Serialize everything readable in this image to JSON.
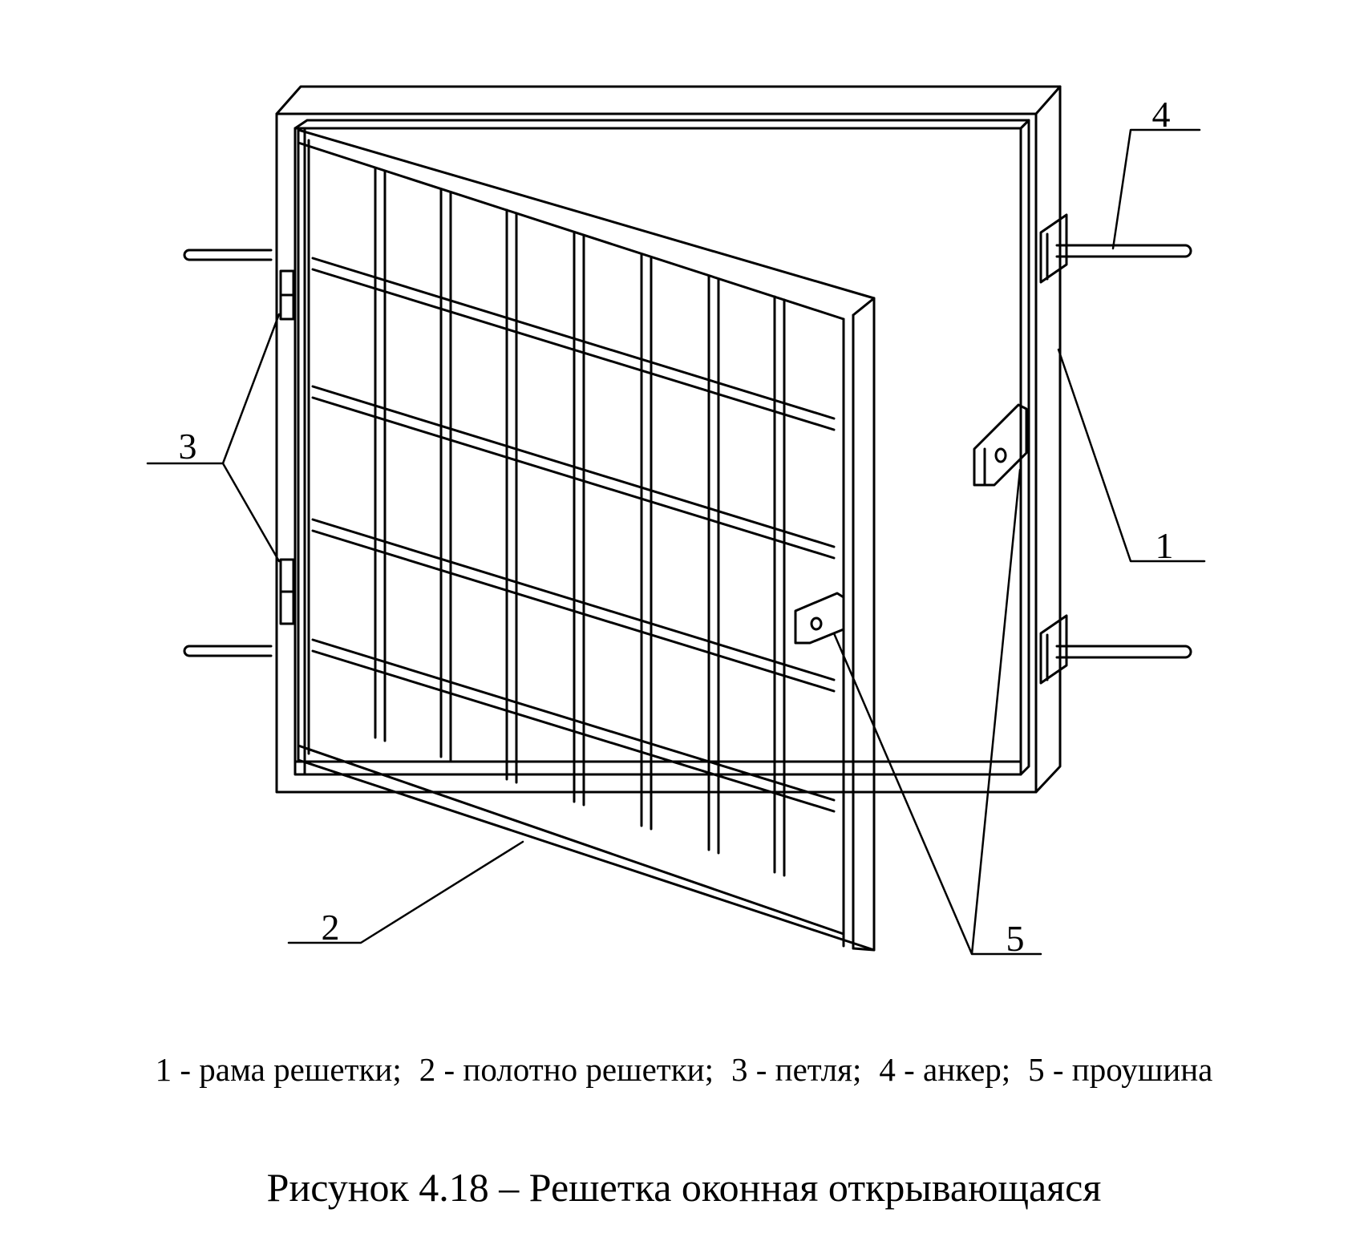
{
  "callouts": {
    "frame": "1",
    "panel": "2",
    "hinge": "3",
    "anchor": "4",
    "eyelet": "5"
  },
  "legend": [
    {
      "num": "1",
      "text": "рама решетки;"
    },
    {
      "num": "2",
      "text": "полотно решетки;"
    },
    {
      "num": "3",
      "text": "петля;"
    },
    {
      "num": "4",
      "text": "анкер;"
    },
    {
      "num": "5",
      "text": "проушина"
    }
  ],
  "legend_text": [
    "1 - рама решетки;",
    "2 - полотно решетки;",
    "3 - петля;",
    "4 - анкер;",
    "5 - проушина"
  ],
  "caption": "Рисунок 4.18 – Решетка оконная открывающаяся"
}
